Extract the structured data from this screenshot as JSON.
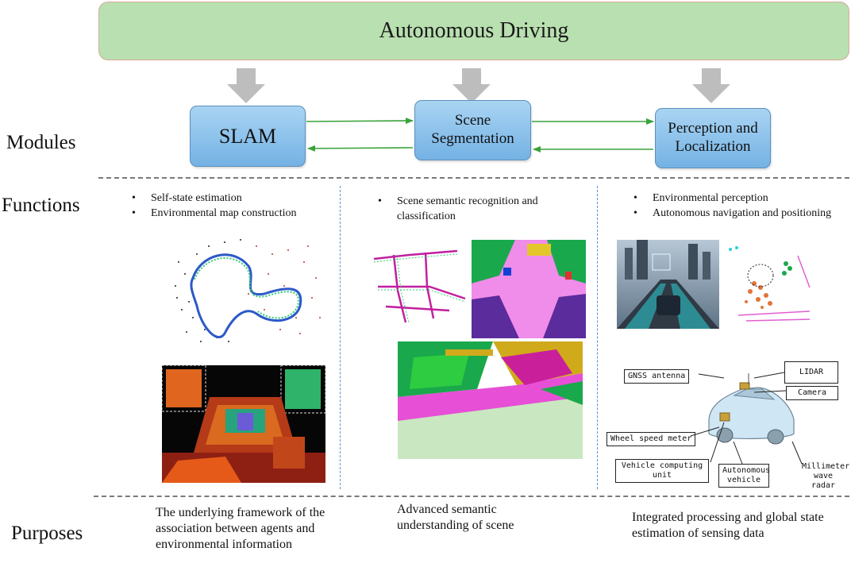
{
  "banner": {
    "title": "Autonomous Driving"
  },
  "row_labels": {
    "modules": "Modules",
    "functions": "Functions",
    "purposes": "Purposes"
  },
  "modules": [
    {
      "label": "SLAM"
    },
    {
      "label": "Scene Segmentation"
    },
    {
      "label": "Perception and Localization"
    }
  ],
  "functions": {
    "slam": [
      "Self-state estimation",
      "Environmental map construction"
    ],
    "segmentation": [
      "Scene semantic recognition and classification"
    ],
    "perception": [
      "Environmental perception",
      "Autonomous navigation and positioning"
    ]
  },
  "vehicle_callouts": {
    "gnss": "GNSS antenna",
    "lidar": "LIDAR",
    "camera": "Camera",
    "wheel": "Wheel speed meter",
    "computing": "Vehicle computing unit",
    "vehicle": "Autonomous vehicle",
    "radar": "Millimeter wave radar"
  },
  "purposes": {
    "slam": "The underlying framework of the association between agents and environmental information",
    "segmentation": "Advanced semantic understanding of scene",
    "perception": "Integrated processing and global state estimation of sensing data"
  },
  "colors": {
    "banner_fill": "#b9e0b0",
    "module_fill": "#74b2e4",
    "flow_arrow": "#3aa23a",
    "down_arrow": "#bdbdbd"
  }
}
